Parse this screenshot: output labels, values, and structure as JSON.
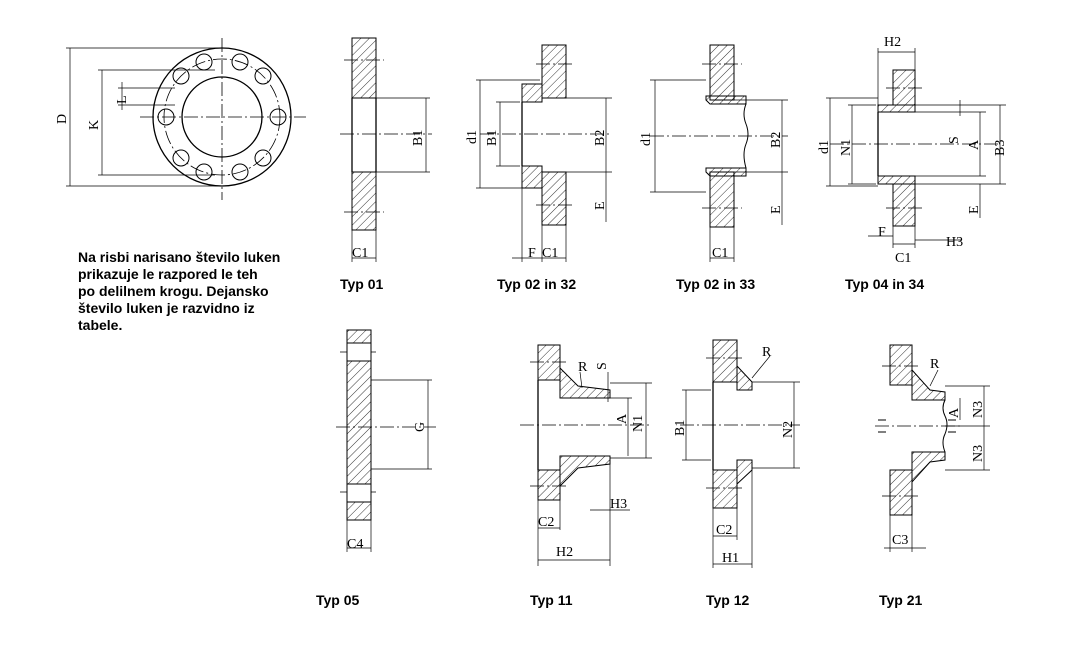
{
  "note": {
    "lines": [
      "Na risbi narisano število luken",
      "prikazuje le razpored le teh",
      "po delilnem krogu. Dejansko",
      "število luken je razvidno iz",
      "tabele."
    ]
  },
  "types": {
    "t01": "Typ 01",
    "t02a": "Typ 02 in 32",
    "t02b": "Typ 02 in 33",
    "t04": "Typ 04 in 34",
    "t05": "Typ 05",
    "t11": "Typ 11",
    "t12": "Typ 12",
    "t21": "Typ 21"
  },
  "labels": {
    "D": "D",
    "K": "K",
    "L": "L",
    "B1": "B1",
    "B2": "B2",
    "B3": "B3",
    "C1": "C1",
    "C2": "C2",
    "C3": "C3",
    "C4": "C4",
    "d1": "d1",
    "F": "F",
    "E": "E",
    "H1": "H1",
    "H2": "H2",
    "H3": "H3",
    "N1": "N1",
    "N2": "N2",
    "N3": "N3",
    "S": "S",
    "A": "A",
    "G": "G",
    "R": "R"
  }
}
